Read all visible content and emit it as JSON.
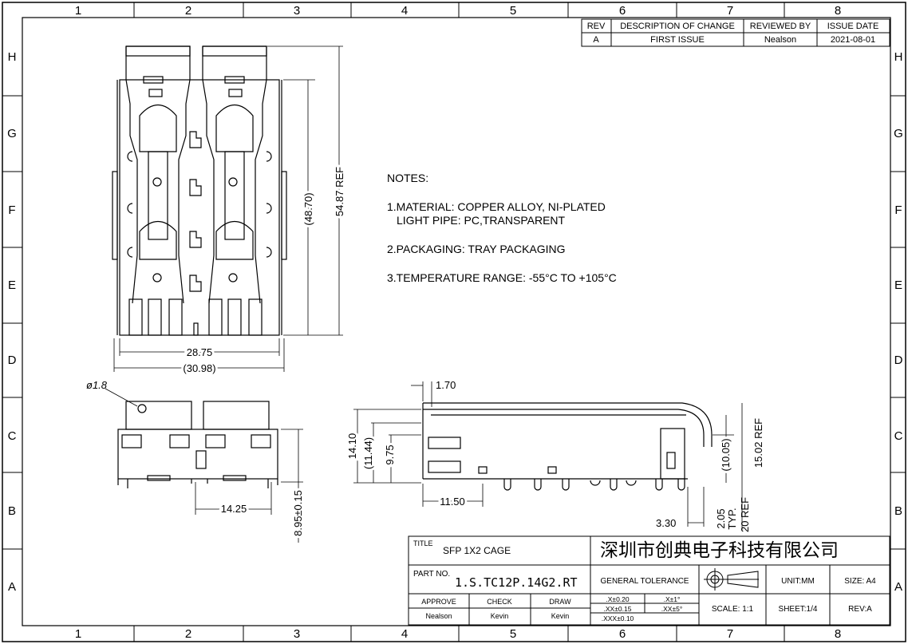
{
  "border": {
    "columns": [
      "1",
      "2",
      "3",
      "4",
      "5",
      "6",
      "7",
      "8"
    ],
    "rows": [
      "H",
      "G",
      "F",
      "E",
      "D",
      "C",
      "B",
      "A"
    ]
  },
  "revision_table": {
    "headers": [
      "REV",
      "DESCRIPTION OF CHANGE",
      "REVIEWED BY",
      "ISSUE DATE"
    ],
    "row": [
      "A",
      "FIRST ISSUE",
      "Nealson",
      "2021-08-01"
    ]
  },
  "notes": {
    "heading": "NOTES:",
    "line1": "1.MATERIAL: COPPER ALLOY, NI-PLATED",
    "line2": "LIGHT PIPE: PC,TRANSPARENT",
    "line3": "2.PACKAGING: TRAY PACKAGING",
    "line4": "3.TEMPERATURE RANGE: -55°C TO +105°C"
  },
  "dimensions": {
    "top_w1": "28.75",
    "top_w2": "(30.98)",
    "top_h1": "(48.70)",
    "top_h2": "54.87 REF",
    "dia": "ø1.8",
    "front_w": "14.25",
    "front_h": "8.95±0.15",
    "side_170": "1.70",
    "side_1410": "14.10",
    "side_1144": "(11.44)",
    "side_975": "9.75",
    "side_1150": "11.50",
    "side_1005": "(10.05)",
    "side_1502": "15.02 REF",
    "side_330": "3.30",
    "side_205": "2.05",
    "side_typ": "TYP.",
    "side_20ref": "20 REF"
  },
  "title_block": {
    "title_label": "TITLE",
    "title": "SFP 1X2 CAGE",
    "company": "深圳市创典电子科技有限公司",
    "part_label": "PART NO.",
    "part_no": "1.S.TC12P.14G2.RT",
    "general_tolerance": "GENERAL TOLERANCE",
    "unit": "UNIT:MM",
    "size": "SIZE: A4",
    "approve_label": "APPROVE",
    "check_label": "CHECK",
    "draw_label": "DRAW",
    "approve": "Nealson",
    "check": "Kevin",
    "draw": "Kevin",
    "tol1": ".X±0.20",
    "tol2": ".XX±0.15",
    "tol3": ".XXX±0.10",
    "ang1": ".X±1°",
    "ang2": ".XX±5°",
    "scale": "SCALE: 1:1",
    "sheet": "SHEET:1/4",
    "rev": "REV:A"
  }
}
